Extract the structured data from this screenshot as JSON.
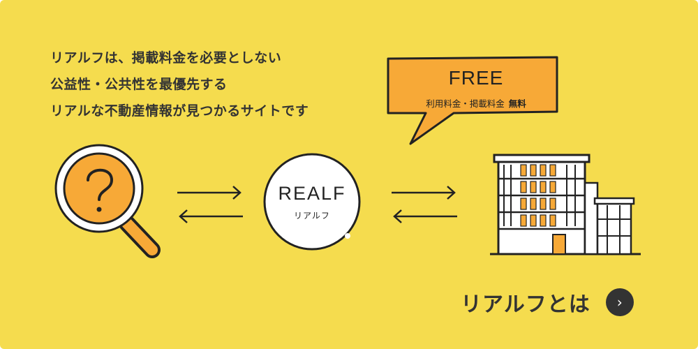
{
  "intro": {
    "lines": [
      "リアルフは、掲載料金を必要としない",
      "公益性・公共性を最優先する",
      "リアルな不動産情報が見つかるサイトです"
    ]
  },
  "free_balloon": {
    "title": "FREE",
    "subtitle": "利用料金・掲載料金",
    "emphasis": "無料"
  },
  "center_logo": {
    "name": "REALF",
    "kana": "リアルフ"
  },
  "icons": {
    "magnifier": "magnifier-question-icon",
    "building": "apartment-building-icon",
    "arrows": "bidirectional-arrows-icon",
    "chevron": "chevron-right-icon"
  },
  "about_link": {
    "label": "リアルフとは",
    "arrow": "›"
  },
  "colors": {
    "background": "#f5dc4e",
    "accent_orange": "#f7a937",
    "dark": "#333333"
  }
}
